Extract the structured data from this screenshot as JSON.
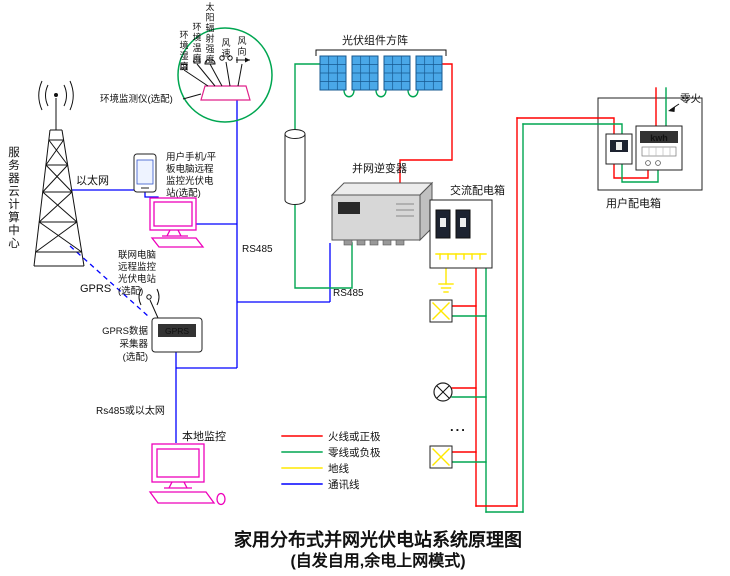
{
  "title": {
    "line1": "家用分布式并网光伏电站系统原理图",
    "line2": "(自发自用,余电上网模式)"
  },
  "cloud": {
    "server_center": "服务器云计算中心",
    "ethernet": "以太网",
    "gprs": "GPRS"
  },
  "remote": {
    "phone_note": [
      "用户手机/平",
      "板电脑远程",
      "监控光伏电",
      "站(选配)"
    ],
    "pc_note": [
      "联网电脑",
      "远程监控",
      "光伏电站",
      "(选配)"
    ],
    "gprs_device_label": "GPRS",
    "gprs_note": [
      "GPRS数据",
      "采集器",
      "(选配)"
    ],
    "rs485_or_ethernet": "Rs485或以太网",
    "local_monitor": "本地监控"
  },
  "env": {
    "monitor_label": "环境监测仪(选配)",
    "sensors": [
      "环境湿度",
      "环境温度",
      "太阳辐射强度",
      "风速",
      "风向"
    ]
  },
  "pv": {
    "array_label": "光伏组件方阵"
  },
  "inverter": {
    "label": "并网逆变器",
    "rs485_top": "RS485",
    "rs485_bottom": "RS485"
  },
  "ac_box": {
    "label": "交流配电箱"
  },
  "user_box": {
    "label": "用户配电箱",
    "neutral_live": "零火",
    "meter_label": "kwh"
  },
  "loads": {
    "more": "..."
  },
  "legend": {
    "items": [
      {
        "label": "火线或正极",
        "color": "#ff0000"
      },
      {
        "label": "零线或负极",
        "color": "#00a651"
      },
      {
        "label": "地线",
        "color": "#ffe800"
      },
      {
        "label": "通讯线",
        "color": "#0000ff"
      }
    ]
  },
  "colors": {
    "live": "#ff0000",
    "neutral": "#00a651",
    "ground": "#ffe800",
    "comm": "#0000ff",
    "device_pink": "#ee00bb",
    "panel_blue": "#4aa8e8"
  }
}
